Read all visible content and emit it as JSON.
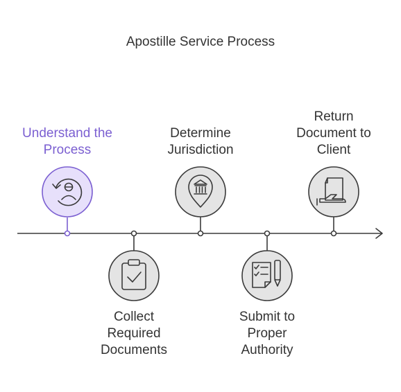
{
  "title": "Apostille Service Process",
  "colors": {
    "accent": "#7b5fd1",
    "accent_fill": "#e7e0fb",
    "neutral_stroke": "#3a3a3a",
    "neutral_fill": "#e4e4e4",
    "text": "#333333"
  },
  "steps": [
    {
      "label": "Understand the\nProcess",
      "icon": "process-cycle-icon",
      "highlighted": true
    },
    {
      "label": "Collect\nRequired\nDocuments",
      "icon": "clipboard-check-icon",
      "highlighted": false
    },
    {
      "label": "Determine\nJurisdiction",
      "icon": "courthouse-pin-icon",
      "highlighted": false
    },
    {
      "label": "Submit to\nProper\nAuthority",
      "icon": "checklist-pen-icon",
      "highlighted": false
    },
    {
      "label": "Return\nDocument to\nClient",
      "icon": "hand-document-icon",
      "highlighted": false
    }
  ]
}
